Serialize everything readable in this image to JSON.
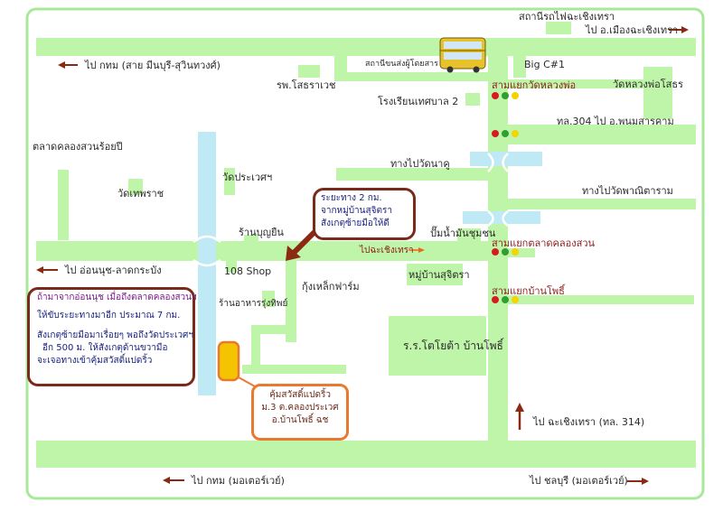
{
  "labels": {
    "station": "สถานีรถไฟฉะเชิงเทรา",
    "to_mueang": "ไป อ.เมืองฉะเชิงเทรา",
    "bus_terminal": "สถานีขนส่งผู้โดยสาร",
    "big_c": "Big C#1",
    "to_bkk_top": "ไป กทม (สาย มีนบุรี-สุวินทวงศ์)",
    "hospital": "รพ.โสธราเวช",
    "school": "โรงเรียนเทศบาล 2",
    "junction_wat": "สามแยกวัดหลวงพ่อ",
    "wat_sothon": "วัดหลวงพ่อโสธร",
    "route304": "ทล.304  ไป อ.พนมสารคาม",
    "market": "ตลาดคลองสวนร้อยปี",
    "to_wat_nakhu": "ทางไปวัดนาคู",
    "wat_prawet": "วัดประเวศฯ",
    "wat_thep": "วัดเทพราช",
    "to_wat_phan": "ทางไปวัดพาณิตาราม",
    "shop_boonyuen": "ร้านบุญยืน",
    "gas": "ปั๊มน้ำมันชุมชน",
    "to_chacheng_mid": "ไปฉะเชิงเทรา",
    "junction_market": "สามแยกตลาดคลองสวน",
    "to_onnut": "ไป อ่อนนุช-ลาดกระบัง",
    "shop108": "108 Shop",
    "village_sujittra": "หมู่บ้านสุจิตรา",
    "shrimp_farm": "กุ้งเหล็กฟาร์ม",
    "junction_banpho": "สามแยกบ้านโพธิ์",
    "restaurant": "ร้านอาหารรุ่งทิพย์",
    "toyota": "ร.ร.โตโยต้า บ้านโพธิ์",
    "to_chacheng_314": "ไป ฉะเชิงเทรา (ทล. 314)",
    "to_bkk_motorway": "ไป กทม (มอเตอร์เวย์)",
    "to_chonburi": "ไป ชลบุรี (มอเตอร์เวย์)"
  },
  "callout": {
    "line1": "ระยะทาง 2 กม.",
    "line2": "จากหมู่บ้านสุจิตรา",
    "line3": "สังเกตุซ้ายมือให้ดี"
  },
  "directions": {
    "line1": "ถ้ามาจากอ่อนนุช เมื่อถึงตลาดคลองสวนฯ",
    "line2": "ให้ขับระยะทางมาอีก ประมาณ 7 กม.",
    "line3": "สังเกตุซ้ายมือมาเรื่อยๆ พอถึงวัดประเวศฯ",
    "line4": "อีก 500 ม. ให้สังเกตุด้านขวามือ",
    "line5": "จะเจอทางเข้าคุ้มสวัสดิ์แปดริ้ว"
  },
  "destination": {
    "line1": "คุ้มสวัสดิ์แปดริ้ว",
    "line2": "ม.3 ต.คลองประเวศ",
    "line3": "อ.บ้านโพธิ์ ฉช"
  },
  "colors": {
    "road": "#bff5a8",
    "frame": "#a9e89a",
    "canal": "#bfe9f5",
    "arrow": "#8a2a14",
    "box_border": "#7a2a1a",
    "home_marker": "#f5c400",
    "home_border": "#e8792e",
    "label_red": "#8a1c1c",
    "traffic_red": "#d61d1d",
    "traffic_yellow": "#f2d500",
    "traffic_green": "#2fa02f"
  }
}
